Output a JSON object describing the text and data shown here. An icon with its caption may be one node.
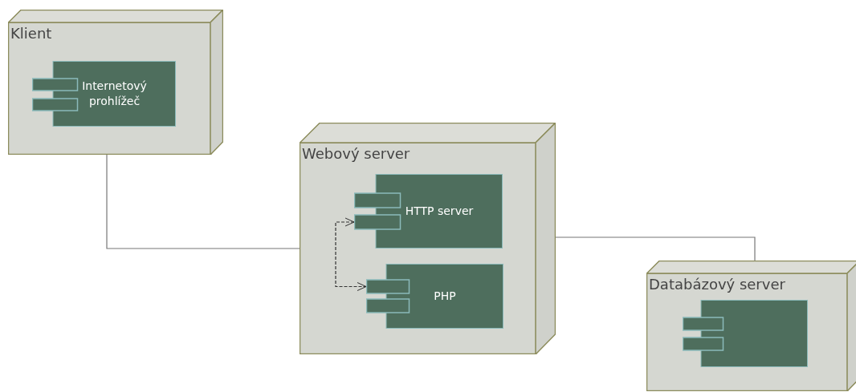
{
  "diagram": {
    "nodes": [
      {
        "text": [
          "Klient"
        ]
      },
      {
        "text": [
          "Internetový prohlížeč"
        ],
        "in": 0
      },
      {
        "text": [
          "Webový server"
        ]
      },
      {
        "text": [
          "HTTP server"
        ],
        "in": 2
      },
      {
        "text": [
          "PHP"
        ],
        "in": 2
      },
      {
        "text": [
          "Databázový server"
        ]
      },
      {
        "text": [],
        "shape": "box",
        "in": 5
      }
    ],
    "edges": [
      {
        "from": 0,
        "to": 2,
        "arrow": "none"
      },
      {
        "from": 2,
        "to": 5,
        "arrow": "none"
      },
      {
        "from": 3,
        "to": 4,
        "arrow": "both",
        "style": "dashed"
      }
    ]
  }
}
